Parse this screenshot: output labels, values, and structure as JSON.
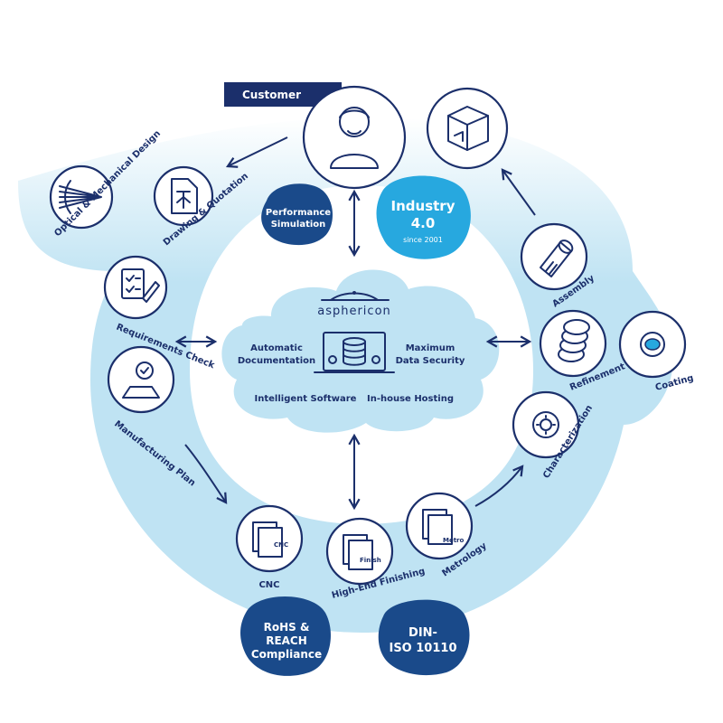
{
  "customer": {
    "label": "Customer"
  },
  "nodes": {
    "optical_design": "Optical & Mechanical Design",
    "drawing": "Drawing & Quotation",
    "requirements": "Requirements Check",
    "manufacturing_plan": "Manufacturing Plan",
    "cnc": "CNC",
    "cnc_tag": "CNC",
    "finishing": "High-End Finishing",
    "finish_tag": "Finish",
    "metrology": "Metrology",
    "metro_tag": "Metro",
    "characterization": "Characterization",
    "refinement": "Refinement",
    "coating": "Coating",
    "assembly": "Assembly"
  },
  "badges": {
    "performance_line1": "Performance",
    "performance_line2": "Simulation",
    "industry_line1": "Industry",
    "industry_line2": "4.0",
    "industry_since": "since 2001",
    "rohs_line1": "RoHS &",
    "rohs_line2": "REACH",
    "rohs_line3": "Compliance",
    "din_line1": "DIN-",
    "din_line2": "ISO 10110"
  },
  "cloud": {
    "brand": "asphericon",
    "automatic_line1": "Automatic",
    "automatic_line2": "Documentation",
    "maximum_line1": "Maximum",
    "maximum_line2": "Data Security",
    "intelligent": "Intelligent Software",
    "inhouse": "In-house Hosting"
  },
  "colors": {
    "navy": "#1b2f6b",
    "light_blue": "#bfe3f3",
    "cyan": "#27a8df",
    "blob_navy": "#1a4a8a"
  }
}
